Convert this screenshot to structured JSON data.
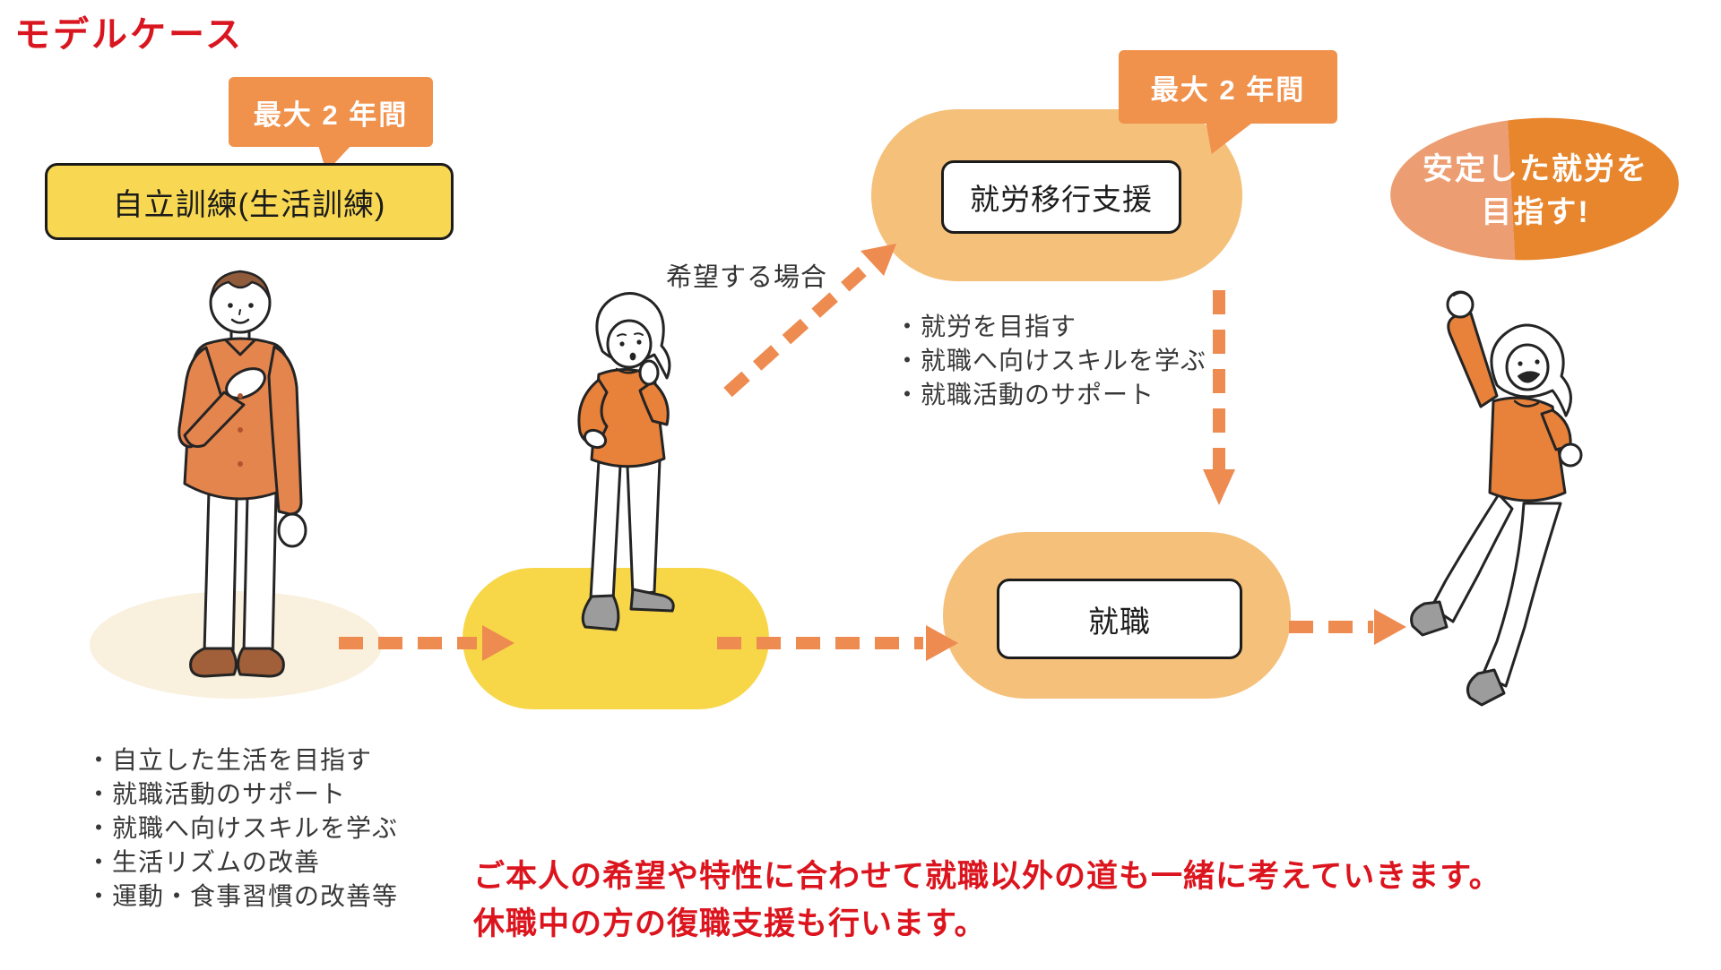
{
  "page": {
    "title": "モデルケース"
  },
  "badges": {
    "left_duration": "最大 2 年間",
    "right_duration": "最大 2 年間"
  },
  "stages": {
    "stage1": {
      "label": "自立訓練(生活訓練)",
      "points": [
        "・自立した生活を目指す",
        "・就職活動のサポート",
        "・就職へ向けスキルを学ぶ",
        "・生活リズムの改善",
        "・運動・食事習慣の改善等"
      ]
    },
    "stage2": {
      "label": "就労移行支援",
      "condition": "希望する場合",
      "points": [
        "・就労を目指す",
        "・就職へ向けスキルを学ぶ",
        "・就職活動のサポート"
      ]
    },
    "stage3": {
      "label": "就職"
    },
    "goal": {
      "line1": "安定した就労を",
      "line2": "目指す!"
    }
  },
  "footnote": {
    "line1": "ご本人の希望や特性に合わせて就職以外の道も一緒に考えていきます。",
    "line2": "休職中の方の復職支援も行います。"
  },
  "colors": {
    "title_red": "#d9151f",
    "footnote_red": "#dc141e",
    "badge_orange": "#f0914c",
    "stage1_yellow": "#f8d852",
    "blob_light_orange": "#f5c07a",
    "blob_yellow": "#f7d748",
    "blob_cream": "#faf0de",
    "goal_blob_left": "#ec9e72",
    "goal_blob_right": "#e8862e",
    "arrow_orange": "#ed8b50"
  }
}
